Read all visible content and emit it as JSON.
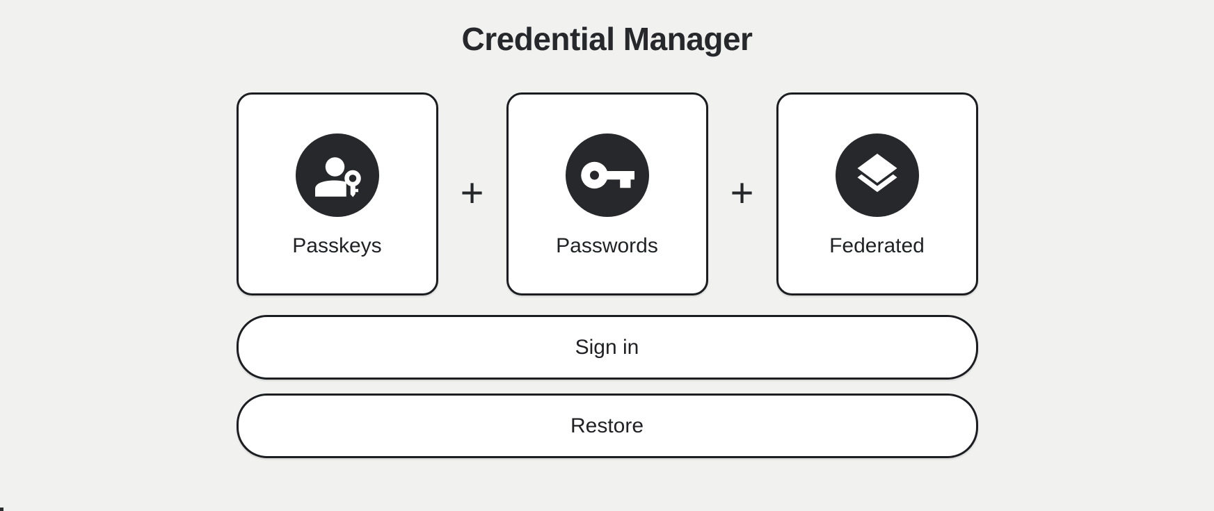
{
  "page": {
    "title": "Credential Manager"
  },
  "credential_types": [
    {
      "label": "Passkeys",
      "icon": "passkey-person-key-icon"
    },
    {
      "label": "Passwords",
      "icon": "key-icon"
    },
    {
      "label": "Federated",
      "icon": "layers-icon"
    }
  ],
  "separator": "+",
  "actions": {
    "sign_in_label": "Sign in",
    "restore_label": "Restore"
  },
  "colors": {
    "background": "#f1f1f0",
    "surface": "#ffffff",
    "border": "#1b1d20",
    "icon_circle": "#26282b",
    "icon_glyph": "#ffffff",
    "text": "#202124"
  }
}
